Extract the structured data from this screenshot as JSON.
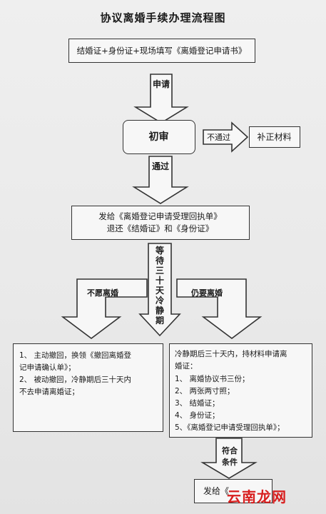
{
  "title": "协议离婚手续办理流程图",
  "step1": "结婚证+身份证+现场填写《离婚登记申请书》",
  "apply_label": "申请",
  "review": "初审",
  "fail_label": "不通过",
  "supplement": "补正材料",
  "pass_label": "通过",
  "receipt_line1": "发给《离婚登记申请受理回执单》",
  "receipt_line2": "退还《结婚证》和《身份证》",
  "wait_label": "等待三十天冷静期",
  "unwilling_label": "不愿离婚",
  "still_label": "仍要离婚",
  "left_box": {
    "line1": "1、 主动撤回，换领《撤回离婚登",
    "line2": "记申请确认单》；",
    "line3": "2、 被动撤回，冷静期后三十天内",
    "line4": "不去申请离婚证；"
  },
  "right_box": {
    "intro1": "冷静期后三十天内，持材料申请离",
    "intro2": "婚证：",
    "items": [
      "1、 离婚协议书三份；",
      "2、 两张两寸照；",
      "3、 结婚证；",
      "4、 身份证；",
      "5、《离婚登记申请受理回执单》；"
    ]
  },
  "meet_label1": "符合",
  "meet_label2": "条件",
  "final_box": "发给《",
  "watermark": "云南龙网"
}
